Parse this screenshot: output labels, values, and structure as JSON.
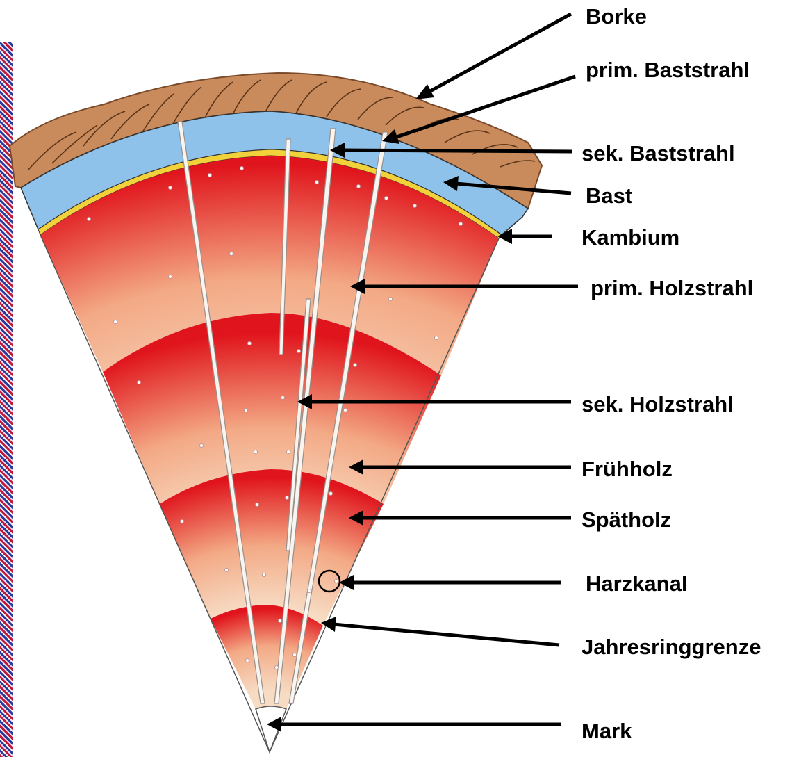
{
  "labels": {
    "borke": "Borke",
    "prim_baststrahl": "prim. Baststrahl",
    "sek_baststrahl": "sek. Baststrahl",
    "bast": "Bast",
    "kambium": "Kambium",
    "prim_holzstrahl": "prim. Holzstrahl",
    "sek_holzstrahl": "sek. Holzstrahl",
    "fruehholz": "Frühholz",
    "spaetholz": "Spätholz",
    "harzkanal": "Harzkanal",
    "jahresringgrenze": "Jahresringgrenze",
    "mark": "Mark"
  },
  "colors": {
    "bark": "#c98a5c",
    "bast": "#8fc2ea",
    "kambium": "#f2d23a",
    "latewood": "#e0141c",
    "earlywood": "#f7d9bf",
    "pith": "#ffffff",
    "arrow": "#000000"
  }
}
